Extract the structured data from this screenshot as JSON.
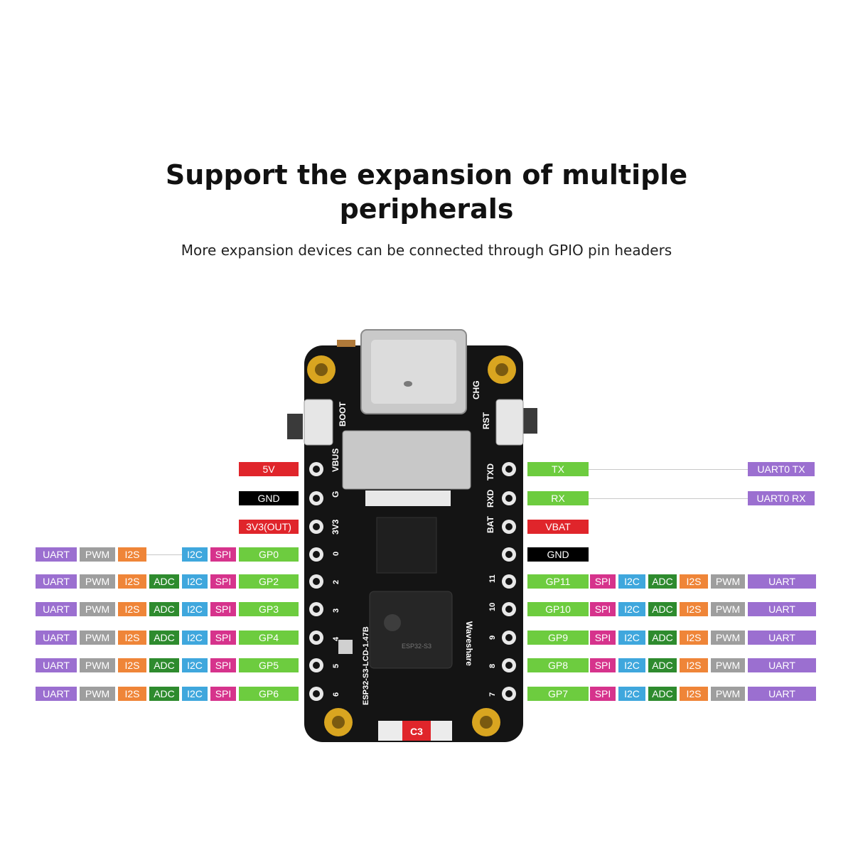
{
  "heading": {
    "title_line1": "Support the expansion of multiple",
    "title_line2": "peripherals",
    "subtitle": "More expansion devices can be connected through GPIO pin headers"
  },
  "colors": {
    "uart": "#9b6fd0",
    "pwm": "#9e9e9e",
    "i2s": "#ef8538",
    "adc": "#2e8b2e",
    "i2c": "#3fa7dd",
    "spi": "#d6338c",
    "gpio": "#6dcc3f",
    "power_red": "#e0252b",
    "gnd": "#000000",
    "board": "#141414",
    "gold": "#d9a520"
  },
  "board": {
    "silk": {
      "boot": "BOOT",
      "rst": "RST",
      "chg": "CHG",
      "vbus": "VBUS",
      "g": "G",
      "v3": "3V3",
      "bat": "BAT",
      "rxd": "RXD",
      "txd": "TXD",
      "model": "ESP32-S3-LCD-1.47B",
      "brand": "Waveshare",
      "variant": "C3",
      "chip": "ESP32-S3",
      "pin0": "0",
      "pin2": "2",
      "pin3": "3",
      "pin4": "4",
      "pin5": "5",
      "pin6": "6",
      "pin11": "11",
      "pin10": "10",
      "pin9": "9",
      "pin8": "8",
      "pin7": "7"
    }
  },
  "pins": {
    "left_power": [
      "5V",
      "GND",
      "3V3(OUT)"
    ],
    "right_top": [
      {
        "pin": "TX",
        "func": "UART0 TX"
      },
      {
        "pin": "RX",
        "func": "UART0 RX"
      },
      {
        "pin": "VBAT"
      },
      {
        "pin": "GND"
      }
    ],
    "left_gpio": [
      {
        "pin": "GP0",
        "funcs": [
          "UART",
          "PWM",
          "I2S",
          "I2C",
          "SPI"
        ]
      },
      {
        "pin": "GP2",
        "funcs": [
          "UART",
          "PWM",
          "I2S",
          "ADC",
          "I2C",
          "SPI"
        ]
      },
      {
        "pin": "GP3",
        "funcs": [
          "UART",
          "PWM",
          "I2S",
          "ADC",
          "I2C",
          "SPI"
        ]
      },
      {
        "pin": "GP4",
        "funcs": [
          "UART",
          "PWM",
          "I2S",
          "ADC",
          "I2C",
          "SPI"
        ]
      },
      {
        "pin": "GP5",
        "funcs": [
          "UART",
          "PWM",
          "I2S",
          "ADC",
          "I2C",
          "SPI"
        ]
      },
      {
        "pin": "GP6",
        "funcs": [
          "UART",
          "PWM",
          "I2S",
          "ADC",
          "I2C",
          "SPI"
        ]
      }
    ],
    "right_gpio": [
      {
        "pin": "GP11",
        "funcs": [
          "SPI",
          "I2C",
          "ADC",
          "I2S",
          "PWM",
          "UART"
        ]
      },
      {
        "pin": "GP10",
        "funcs": [
          "SPI",
          "I2C",
          "ADC",
          "I2S",
          "PWM",
          "UART"
        ]
      },
      {
        "pin": "GP9",
        "funcs": [
          "SPI",
          "I2C",
          "ADC",
          "I2S",
          "PWM",
          "UART"
        ]
      },
      {
        "pin": "GP8",
        "funcs": [
          "SPI",
          "I2C",
          "ADC",
          "I2S",
          "PWM",
          "UART"
        ]
      },
      {
        "pin": "GP7",
        "funcs": [
          "SPI",
          "I2C",
          "ADC",
          "I2S",
          "PWM",
          "UART"
        ]
      }
    ]
  }
}
